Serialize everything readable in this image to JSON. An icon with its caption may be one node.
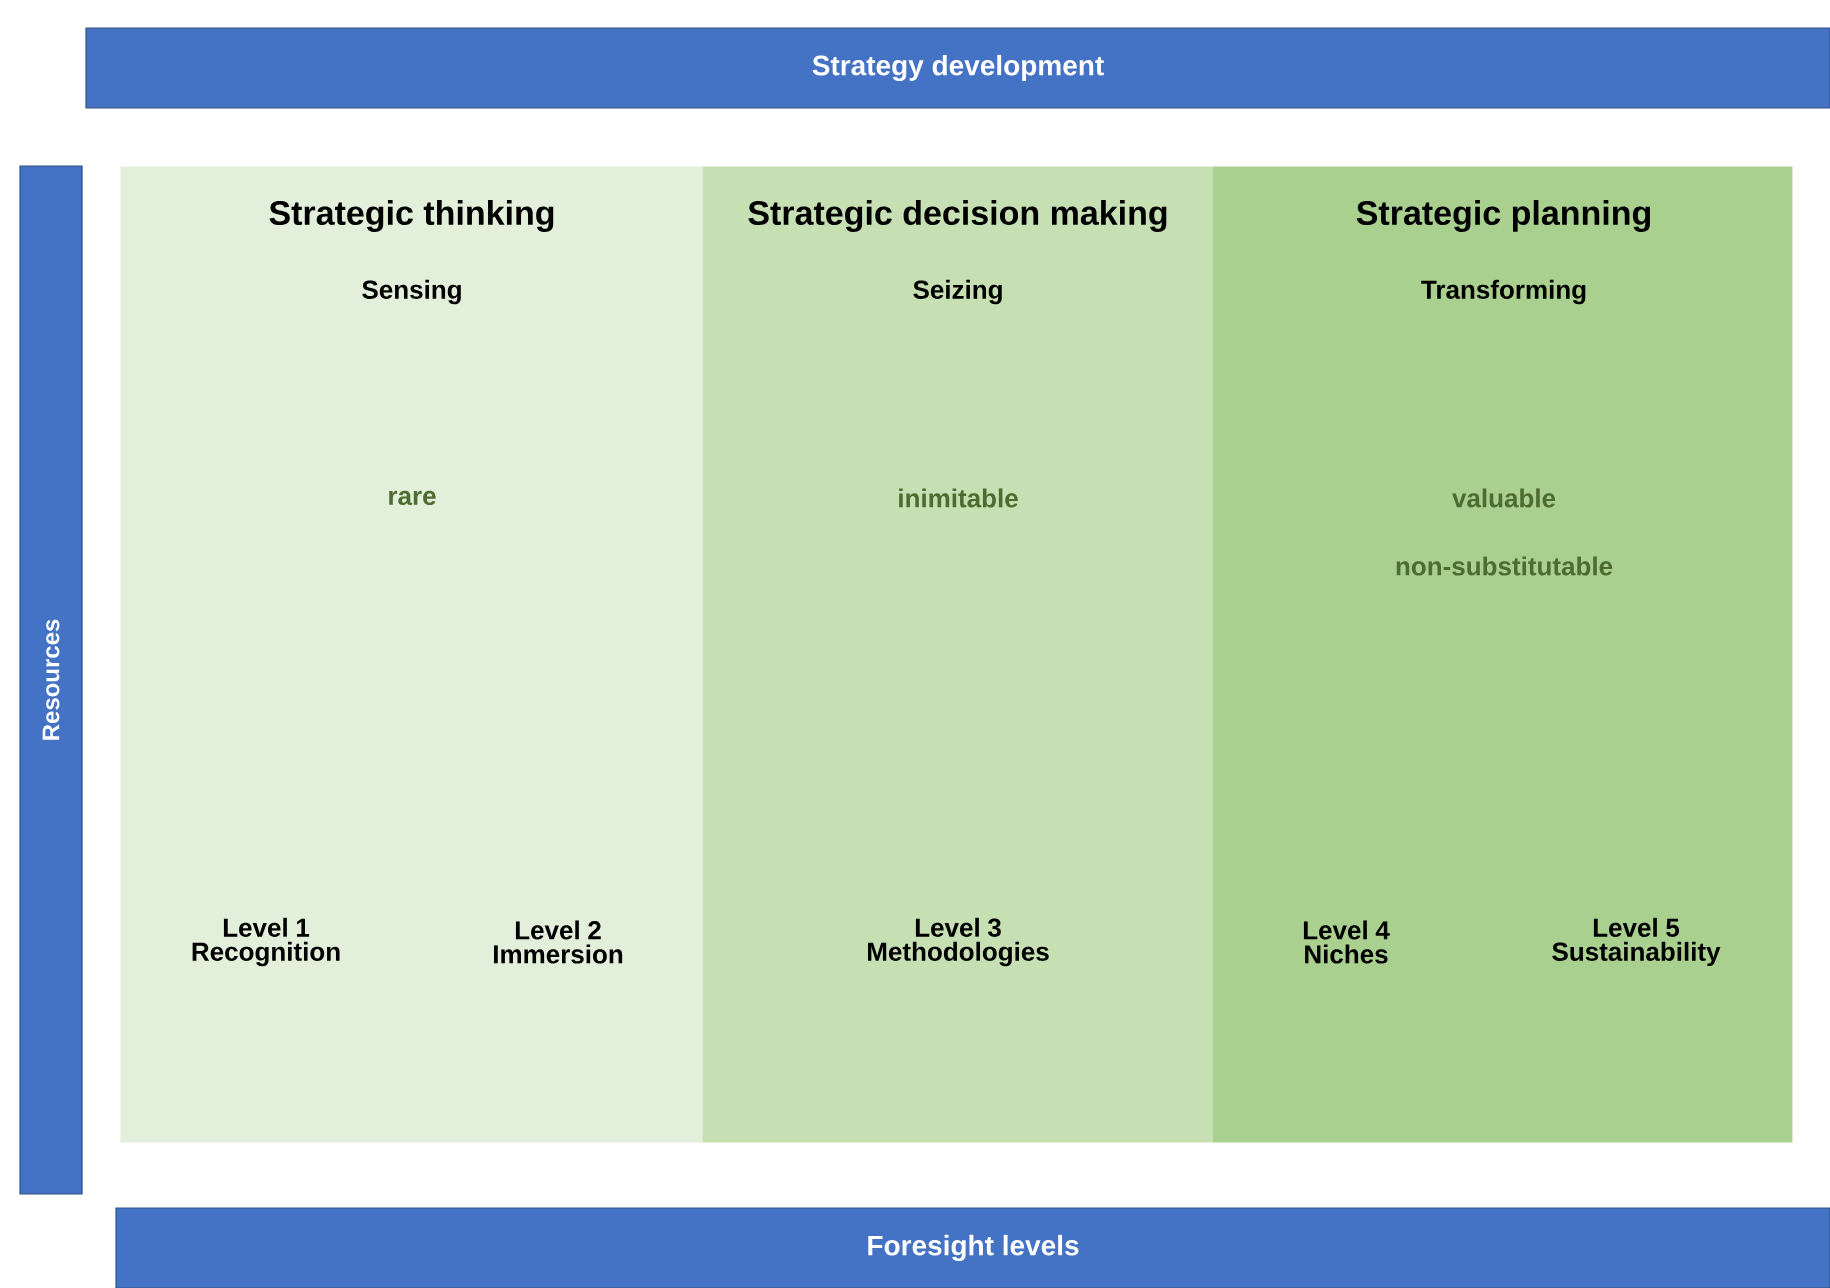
{
  "diagram": {
    "nodes": [
      {
        "text": [
          "Strategy development"
        ]
      },
      {
        "text": [
          "Resources"
        ]
      },
      {
        "text": [
          "Foresight levels"
        ]
      },
      {
        "text": [
          "Strategic thinking",
          "Sensing",
          "rare",
          "Level 1 Recognition",
          "Level 2 Immersion"
        ]
      },
      {
        "text": [
          "Strategic decision making",
          "Seizing",
          "inimitable",
          "Level 3 Methodologies"
        ]
      },
      {
        "text": [
          "Strategic planning",
          "Transforming",
          "valuable",
          "non-substitutable",
          "Level 4 Niches",
          "Level 5 Sustainability"
        ]
      }
    ]
  }
}
